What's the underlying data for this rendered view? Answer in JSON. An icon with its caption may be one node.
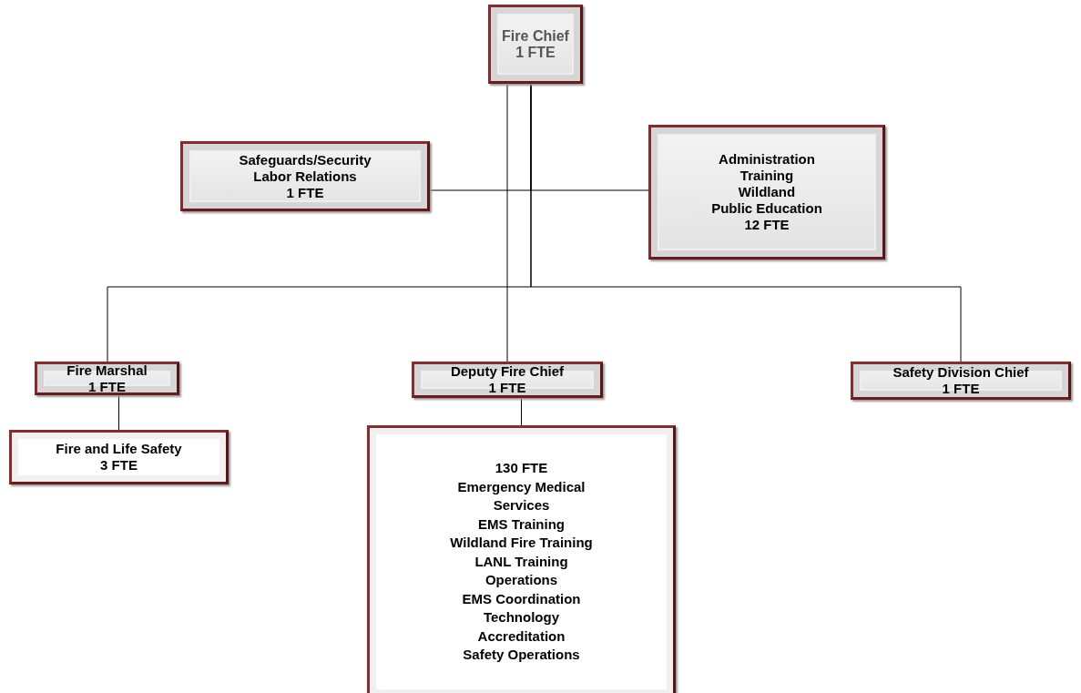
{
  "diagram": {
    "nodes": [
      {
        "text": [
          "Fire Chief",
          "1 FTE"
        ]
      },
      {
        "text": [
          "Safeguards/Security",
          "Labor Relations",
          "1 FTE"
        ]
      },
      {
        "text": [
          "Administration",
          "Training",
          "Wildland",
          "Public Education",
          "12 FTE"
        ]
      },
      {
        "text": [
          "Fire Marshal",
          "1 FTE"
        ]
      },
      {
        "text": [
          "Deputy Fire Chief",
          "1 FTE"
        ]
      },
      {
        "text": [
          "Safety Division Chief",
          "1 FTE"
        ]
      },
      {
        "text": [
          "Fire and Life Safety",
          "3 FTE"
        ]
      },
      {
        "text": [
          "130 FTE",
          "Emergency Medical Services",
          "EMS Training",
          "Wildland Fire Training",
          "LANL Training",
          "Operations",
          "EMS Coordination",
          "Technology",
          "Accreditation",
          "Safety Operations"
        ]
      }
    ],
    "edges": [
      {
        "from": 0,
        "to": 1,
        "arrow": "none"
      },
      {
        "from": 0,
        "to": 2,
        "arrow": "none"
      },
      {
        "from": 0,
        "to": 3,
        "arrow": "none"
      },
      {
        "from": 0,
        "to": 4,
        "arrow": "none"
      },
      {
        "from": 0,
        "to": 5,
        "arrow": "none"
      },
      {
        "from": 3,
        "to": 6,
        "arrow": "none"
      },
      {
        "from": 4,
        "to": 7,
        "arrow": "none"
      }
    ]
  }
}
